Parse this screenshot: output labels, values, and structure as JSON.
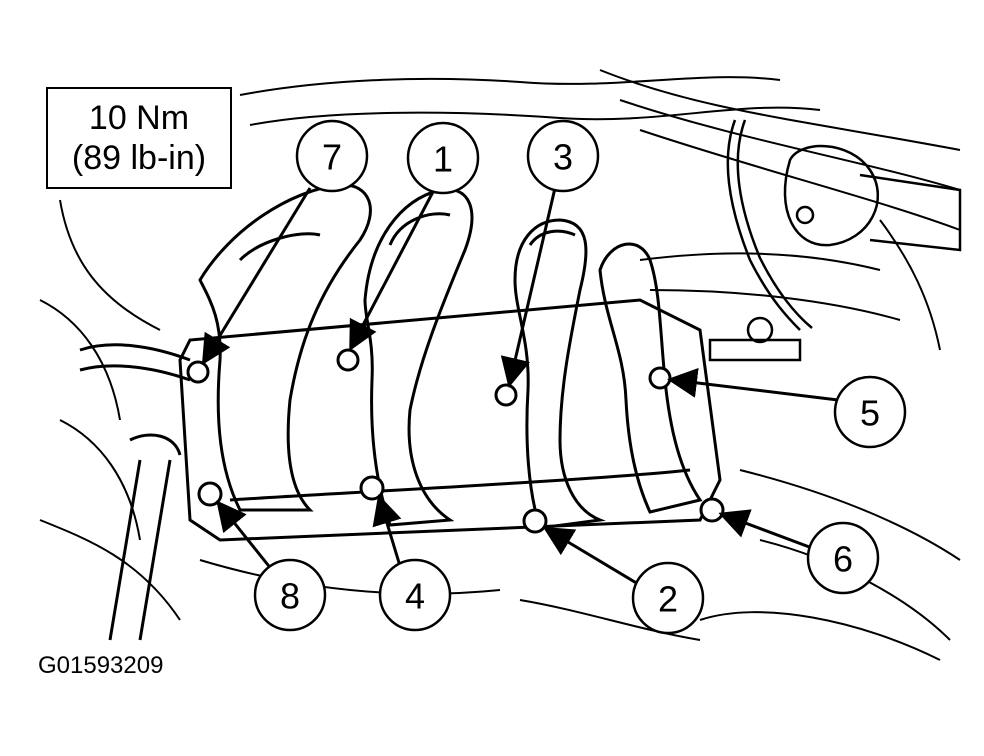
{
  "torque_spec": {
    "metric": "10 Nm",
    "imperial": "(89 lb-in)"
  },
  "figure_code": "G01593209",
  "tightening_sequence": [
    "1",
    "2",
    "3",
    "4",
    "5",
    "6",
    "7",
    "8"
  ],
  "colors": {
    "line": "#000000",
    "background": "#ffffff"
  }
}
